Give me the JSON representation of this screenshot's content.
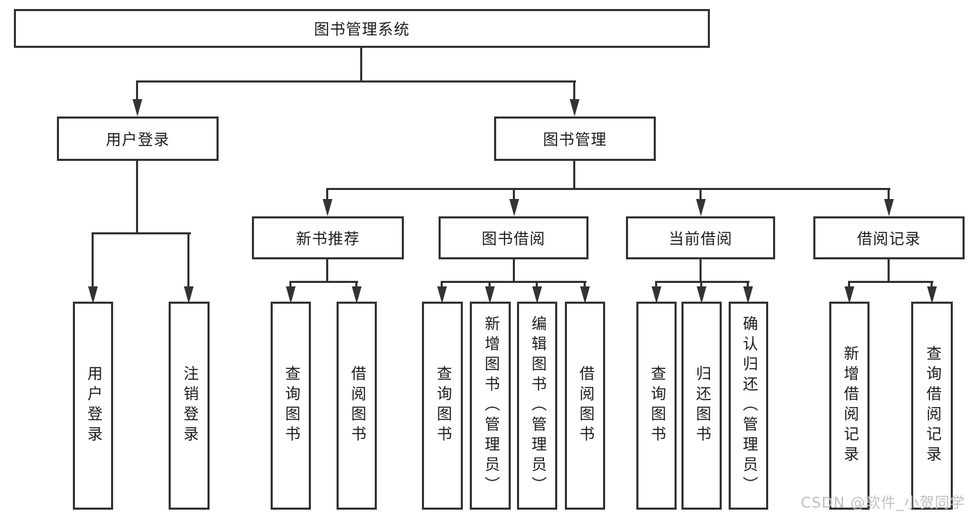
{
  "diagram": {
    "root": {
      "label": "图书管理系统",
      "children": [
        {
          "label": "用户登录",
          "children": [
            {
              "label": "用户登录"
            },
            {
              "label": "注销登录"
            }
          ]
        },
        {
          "label": "图书管理",
          "children": [
            {
              "label": "新书推荐",
              "children": [
                {
                  "label": "查询图书"
                },
                {
                  "label": "借阅图书"
                }
              ]
            },
            {
              "label": "图书借阅",
              "children": [
                {
                  "label": "查询图书"
                },
                {
                  "label": "新增图书（管理员）"
                },
                {
                  "label": "编辑图书（管理员）"
                },
                {
                  "label": "借阅图书"
                }
              ]
            },
            {
              "label": "当前借阅",
              "children": [
                {
                  "label": "查询图书"
                },
                {
                  "label": "归还图书"
                },
                {
                  "label": "确认归还（管理员）"
                }
              ]
            },
            {
              "label": "借阅记录",
              "children": [
                {
                  "label": "新增借阅记录"
                },
                {
                  "label": "查询借阅记录"
                }
              ]
            }
          ]
        }
      ]
    },
    "watermark": "CSDN @软件_小贺同学",
    "colors": {
      "line": "#333333",
      "text": "#1c1c1c",
      "watermark": "#c0c0c0",
      "background": "#ffffff"
    }
  }
}
